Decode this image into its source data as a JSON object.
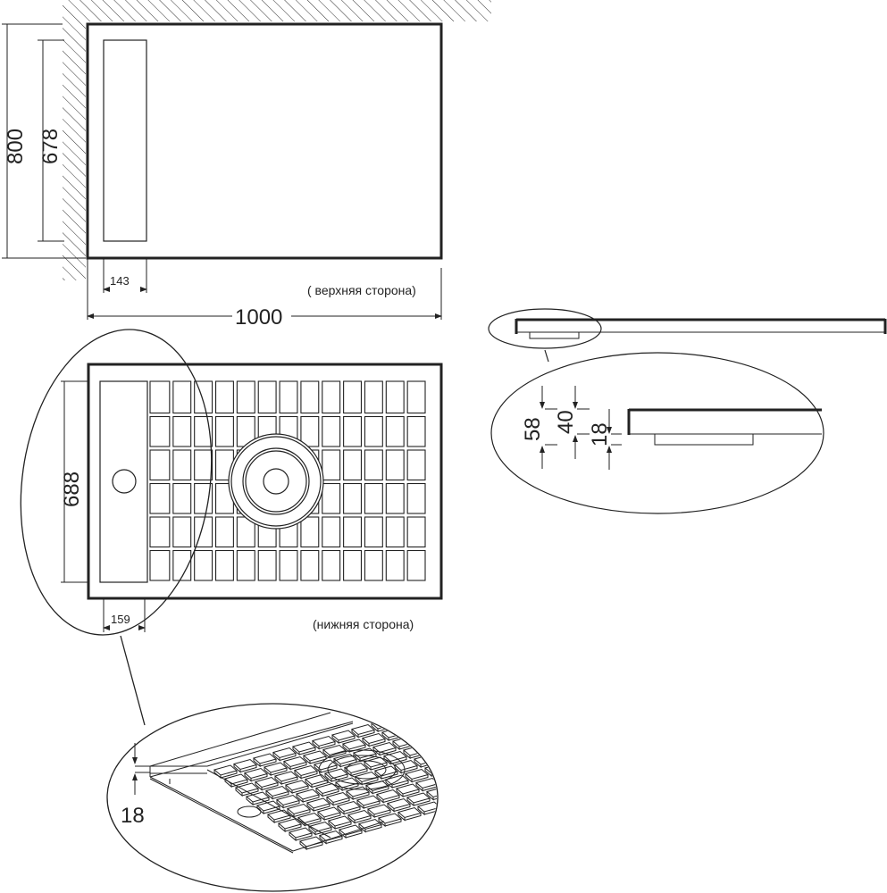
{
  "top_view": {
    "height_label": "800",
    "inner_height_label": "678",
    "channel_width_label": "143",
    "width_label": "1000",
    "caption": "( верхняя сторона)"
  },
  "bottom_view": {
    "inner_height_label": "688",
    "channel_width_label": "159",
    "caption": "(нижняя сторона)",
    "grid_columns": 13,
    "grid_rows": 6
  },
  "section_detail": {
    "total_label": "58",
    "body_label": "40",
    "panel_label": "18"
  },
  "perspective_detail": {
    "thickness_label": "18"
  },
  "colors": {
    "line": "#222222",
    "background": "#ffffff"
  }
}
